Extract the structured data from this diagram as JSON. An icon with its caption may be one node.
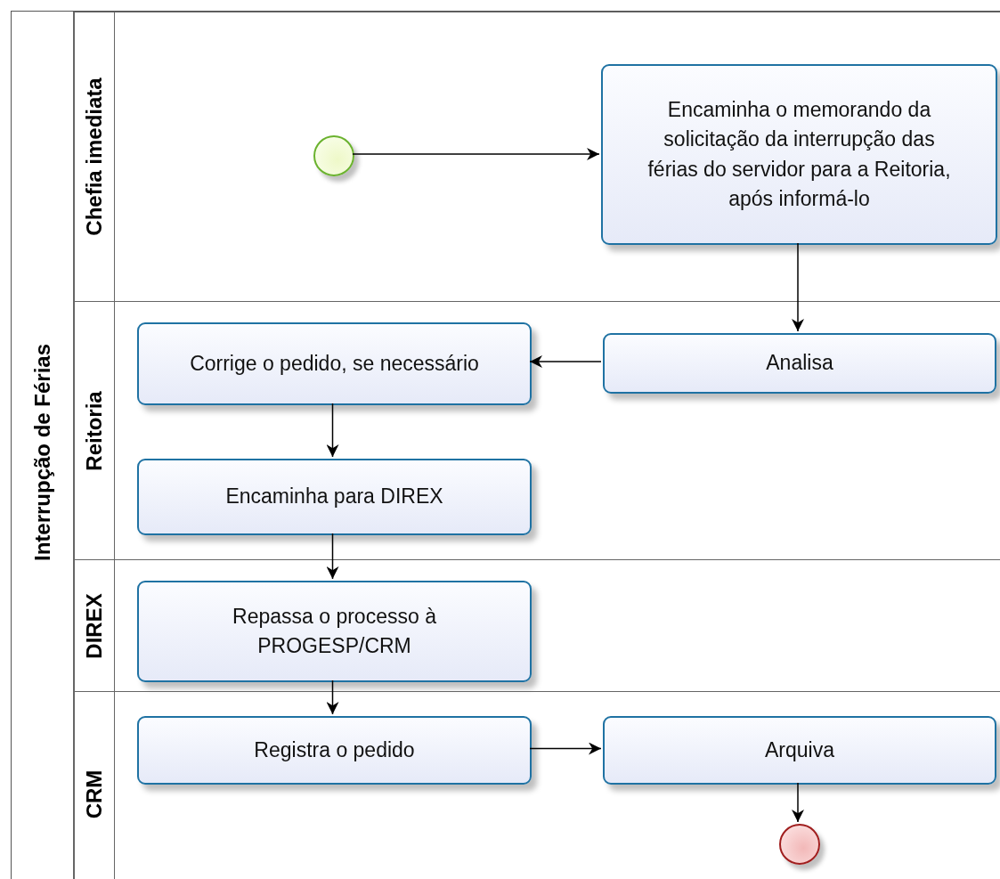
{
  "diagram": {
    "nodes": [
      {
        "text": [
          "Interrupção de Férias"
        ]
      },
      {
        "text": [
          "Chefia imediata"
        ],
        "in": 0
      },
      {
        "text": [],
        "shape": "circle",
        "in": 1
      },
      {
        "text": [
          "Encaminha o memorando da solicitação da interrupção das férias do servidor para a Reitoria, após informá-lo"
        ],
        "in": 1
      },
      {
        "text": [
          "Reitoria"
        ],
        "in": 0
      },
      {
        "text": [
          "Corrige o pedido, se necessário"
        ],
        "in": 4
      },
      {
        "text": [
          "Analisa"
        ],
        "in": 4
      },
      {
        "text": [
          "Encaminha para DIREX"
        ],
        "in": 4
      },
      {
        "text": [
          "DIREX"
        ],
        "in": 0
      },
      {
        "text": [
          "Repassa o processo à PROGESP/CRM"
        ],
        "in": 8
      },
      {
        "text": [
          "CRM"
        ],
        "in": 0
      },
      {
        "text": [
          "Registra o pedido"
        ],
        "in": 10
      },
      {
        "text": [
          "Arquiva"
        ],
        "in": 10
      },
      {
        "text": [],
        "shape": "circle",
        "in": 10
      }
    ],
    "edges": [
      {
        "from": 2,
        "to": 3,
        "arrow": "to"
      },
      {
        "from": 3,
        "to": 6,
        "arrow": "to"
      },
      {
        "from": 6,
        "to": 5,
        "arrow": "to"
      },
      {
        "from": 5,
        "to": 7,
        "arrow": "to"
      },
      {
        "from": 7,
        "to": 9,
        "arrow": "to"
      },
      {
        "from": 9,
        "to": 11,
        "arrow": "to"
      },
      {
        "from": 11,
        "to": 12,
        "arrow": "to"
      },
      {
        "from": 12,
        "to": 13,
        "arrow": "to"
      }
    ]
  }
}
